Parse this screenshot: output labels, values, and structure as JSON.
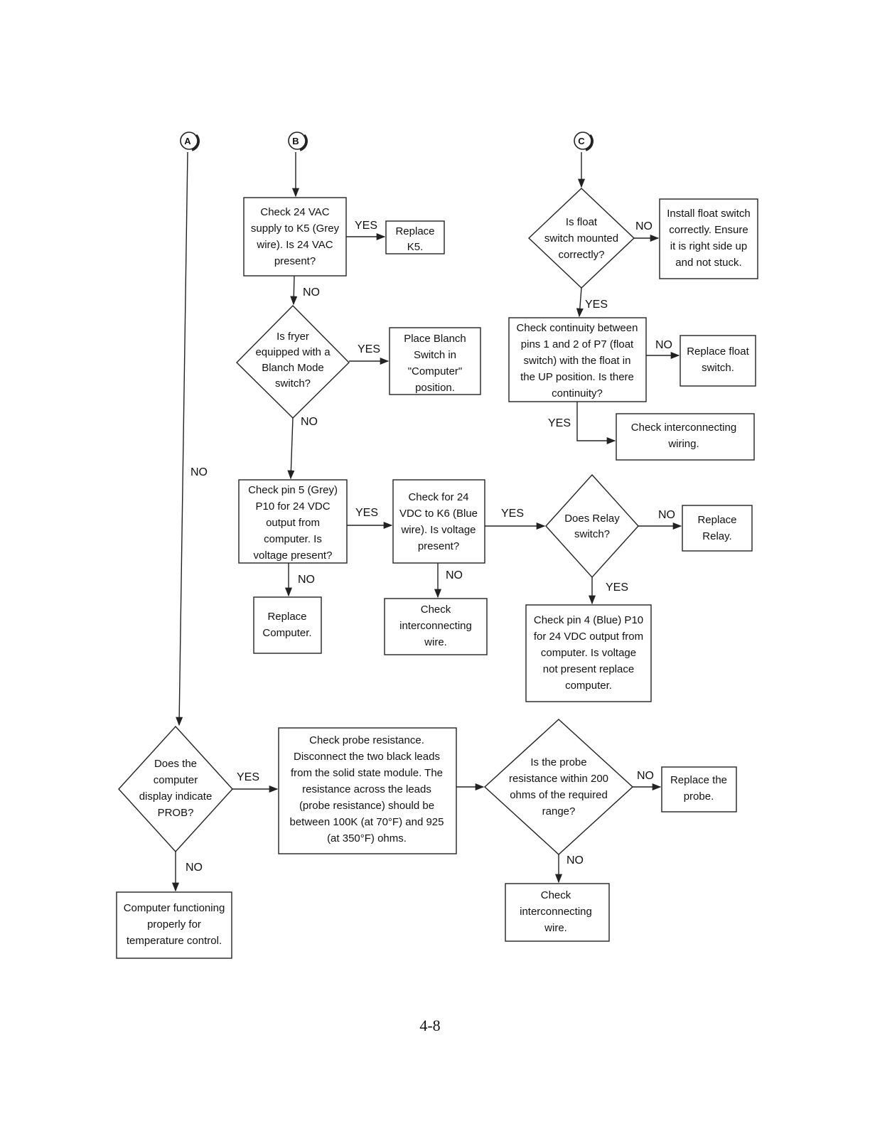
{
  "connectors": {
    "a": "A",
    "b": "B",
    "c": "C"
  },
  "labels": {
    "yes": "YES",
    "no": "NO"
  },
  "nodes": {
    "check_24vac_k5": [
      "Check 24 VAC",
      "supply to K5 (Grey",
      "wire).  Is 24 VAC",
      "present?"
    ],
    "replace_k5": [
      "Replace",
      "K5."
    ],
    "blanch_question": [
      "Is fryer",
      "equipped with a",
      "Blanch Mode",
      "switch?"
    ],
    "place_blanch": [
      "Place Blanch",
      "Switch in",
      "\"Computer\"",
      "position."
    ],
    "check_pin5": [
      "Check pin 5 (Grey)",
      "P10 for 24 VDC",
      "output from",
      "computer.  Is",
      "voltage present?"
    ],
    "check_k6": [
      "Check  for 24",
      "VDC to K6 (Blue",
      "wire).  Is voltage",
      "present?"
    ],
    "replace_computer": [
      "Replace",
      "Computer."
    ],
    "check_wire_mid": [
      "Check",
      "interconnecting",
      "wire."
    ],
    "float_question": [
      "Is float",
      "switch mounted",
      "correctly?"
    ],
    "install_float": [
      "Install float switch",
      "correctly.  Ensure",
      "it is right side up",
      "and not stuck."
    ],
    "check_continuity": [
      "Check continuity between",
      "pins 1 and 2 of P7 (float",
      "switch) with the float in",
      "the UP position.  Is there",
      "continuity?"
    ],
    "replace_float": [
      "Replace float",
      "switch."
    ],
    "check_wiring": [
      "Check interconnecting",
      "wiring."
    ],
    "relay_question": [
      "Does Relay",
      "switch?"
    ],
    "replace_relay": [
      "Replace",
      "Relay."
    ],
    "check_pin4": [
      "Check pin 4 (Blue) P10",
      "for 24 VDC output from",
      "computer.  Is voltage",
      "not present replace",
      "computer."
    ],
    "prob_question": [
      "Does the",
      "computer",
      "display indicate",
      "PROB?"
    ],
    "check_probe": [
      "Check probe resistance.",
      "Disconnect the two black leads",
      "from the solid state module.  The",
      "resistance across the leads",
      "(probe resistance) should be",
      "between 100K (at 70°F) and 925",
      "(at 350°F) ohms."
    ],
    "probe_range_question": [
      "Is the probe",
      "resistance within 200",
      "ohms of the required",
      "range?"
    ],
    "replace_probe": [
      "Replace  the",
      "probe."
    ],
    "check_wire_bottom": [
      "Check",
      "interconnecting",
      "wire."
    ],
    "computer_ok": [
      "Computer functioning",
      "properly for",
      "temperature control."
    ]
  },
  "page_number": "4-8"
}
